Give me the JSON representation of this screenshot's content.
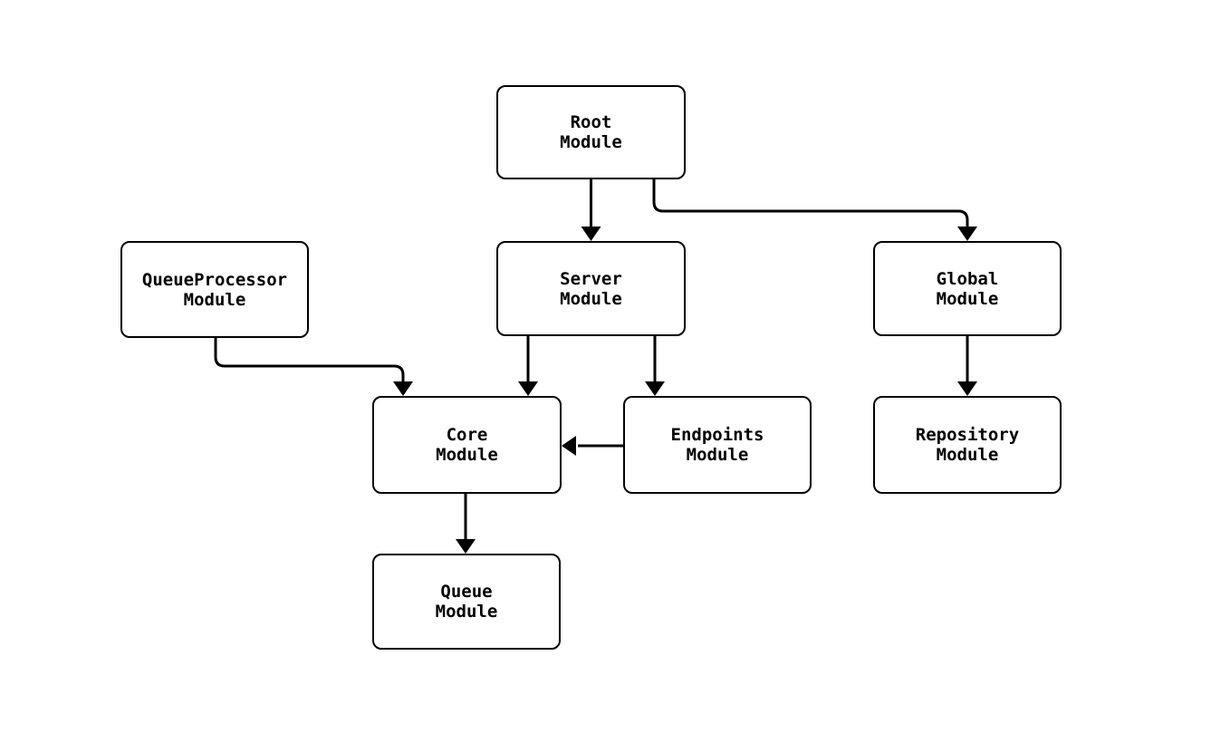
{
  "diagram": {
    "type": "flowchart",
    "nodes": {
      "root": {
        "line1": "Root",
        "line2": "Module"
      },
      "queue_processor": {
        "line1": "QueueProcessor",
        "line2": "Module"
      },
      "server": {
        "line1": "Server",
        "line2": "Module"
      },
      "global": {
        "line1": "Global",
        "line2": "Module"
      },
      "core": {
        "line1": "Core",
        "line2": "Module"
      },
      "endpoints": {
        "line1": "Endpoints",
        "line2": "Module"
      },
      "repository": {
        "line1": "Repository",
        "line2": "Module"
      },
      "queue": {
        "line1": "Queue",
        "line2": "Module"
      }
    },
    "edges": [
      {
        "from": "Root Module",
        "to": "Server Module"
      },
      {
        "from": "Root Module",
        "to": "Global Module"
      },
      {
        "from": "QueueProcessor Module",
        "to": "Core Module"
      },
      {
        "from": "Server Module",
        "to": "Core Module"
      },
      {
        "from": "Server Module",
        "to": "Endpoints Module"
      },
      {
        "from": "Endpoints Module",
        "to": "Core Module"
      },
      {
        "from": "Global Module",
        "to": "Repository Module"
      },
      {
        "from": "Core Module",
        "to": "Queue Module"
      }
    ],
    "colors": {
      "background": "#ffffff",
      "node_fill": "#ffffff",
      "node_border": "#000000",
      "edge": "#000000",
      "text": "#000000"
    }
  }
}
